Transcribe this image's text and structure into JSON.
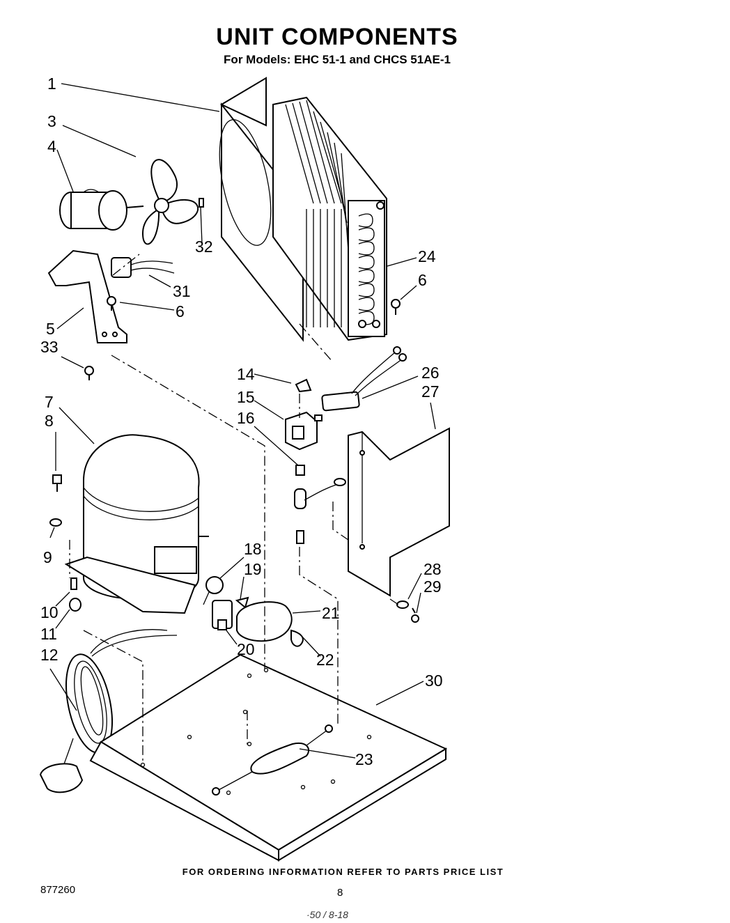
{
  "header": {
    "title": "UNIT COMPONENTS",
    "subtitle": "For Models: EHC 51-1 and CHCS 51AE-1"
  },
  "callouts": [
    "1",
    "3",
    "4",
    "32",
    "24",
    "6",
    "31",
    "6",
    "5",
    "33",
    "14",
    "26",
    "15",
    "27",
    "16",
    "7",
    "8",
    "9",
    "18",
    "19",
    "28",
    "29",
    "21",
    "10",
    "11",
    "20",
    "22",
    "12",
    "30",
    "23"
  ],
  "footer": {
    "ordering_note": "FOR ORDERING INFORMATION REFER TO PARTS PRICE LIST",
    "document_number": "877260",
    "page_number": "8",
    "handwritten_note": "·50 / 8-18"
  }
}
